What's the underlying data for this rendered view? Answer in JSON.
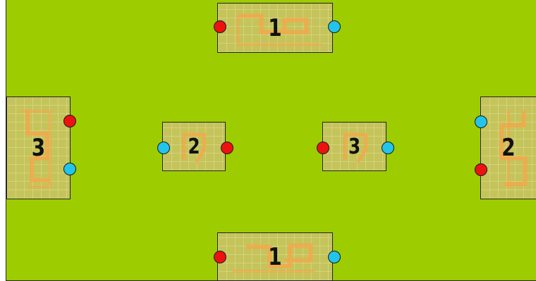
{
  "colors": {
    "field": "#9dcc00",
    "zone": "#c5c45a",
    "trail": "#f5a64a",
    "team_red": "#ee1111",
    "team_blue": "#22c4ec"
  },
  "zones": {
    "top": {
      "label": "1"
    },
    "left": {
      "label": "3"
    },
    "center_left": {
      "label": "2"
    },
    "center_right": {
      "label": "3"
    },
    "right": {
      "label": "2"
    },
    "bottom": {
      "label": "1"
    }
  },
  "markers": {
    "red": "red-marker",
    "blue": "blue-marker"
  }
}
